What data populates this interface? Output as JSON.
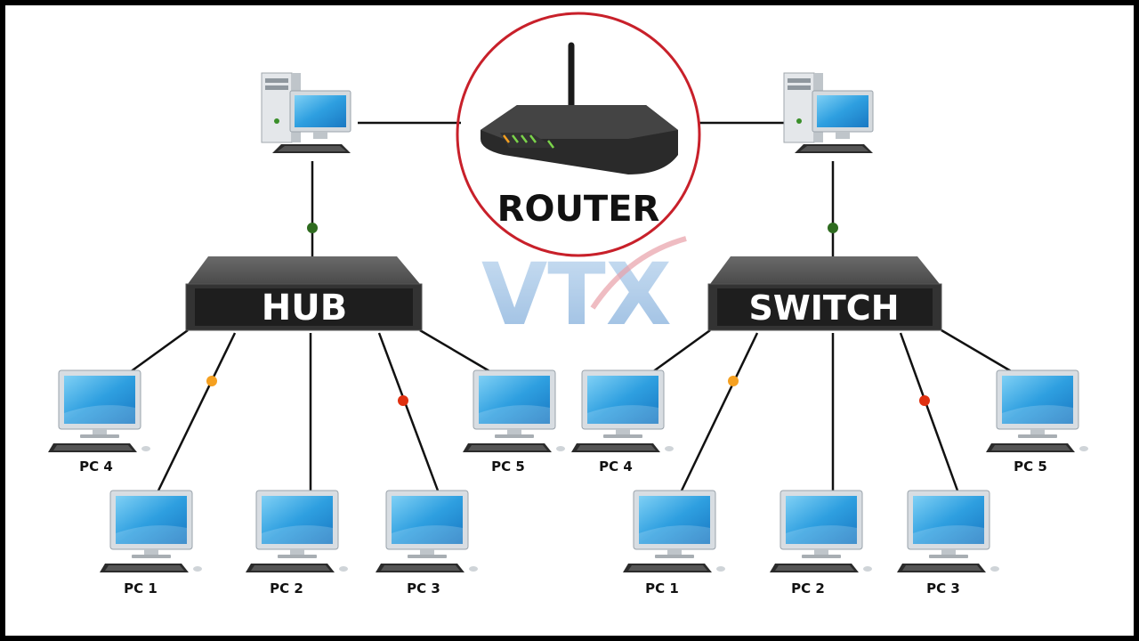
{
  "router": {
    "label": "ROUTER"
  },
  "networks": [
    {
      "device_label": "HUB",
      "pcs": [
        "PC 4",
        "PC 1",
        "PC 2",
        "PC 3",
        "PC 5"
      ]
    },
    {
      "device_label": "SWITCH",
      "pcs": [
        "PC 4",
        "PC 1",
        "PC 2",
        "PC 3",
        "PC 5"
      ]
    }
  ],
  "watermark": {
    "text": "VTX"
  },
  "colors": {
    "router_circle": "#c8202a",
    "link_line": "#111111",
    "dot_green": "#2e6b1f",
    "dot_orange": "#f5a020",
    "dot_red": "#e03010",
    "screen": "#2e9fe0"
  }
}
